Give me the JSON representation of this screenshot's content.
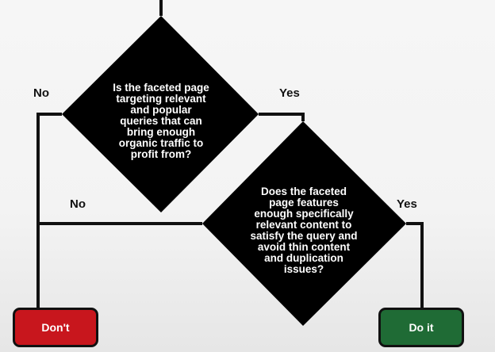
{
  "questions": {
    "q1": {
      "lines": [
        "Is the faceted page",
        "targeting relevant",
        "and popular",
        "queries that can",
        "bring enough",
        "organic traffic to",
        "profit from?"
      ],
      "no_label": "No",
      "yes_label": "Yes"
    },
    "q2": {
      "lines": [
        "Does the faceted",
        "page features",
        "enough specifically",
        "relevant content to",
        "satisfy the query and",
        "avoid thin content",
        "and duplication",
        "issues?"
      ],
      "no_label": "No",
      "yes_label": "Yes"
    }
  },
  "outcomes": {
    "dont": {
      "label": "Don't",
      "color": "#c8161d"
    },
    "do": {
      "label": "Do it",
      "color": "#1f6b35"
    }
  },
  "colors": {
    "diamond": "#000000",
    "connector": "#111111"
  }
}
